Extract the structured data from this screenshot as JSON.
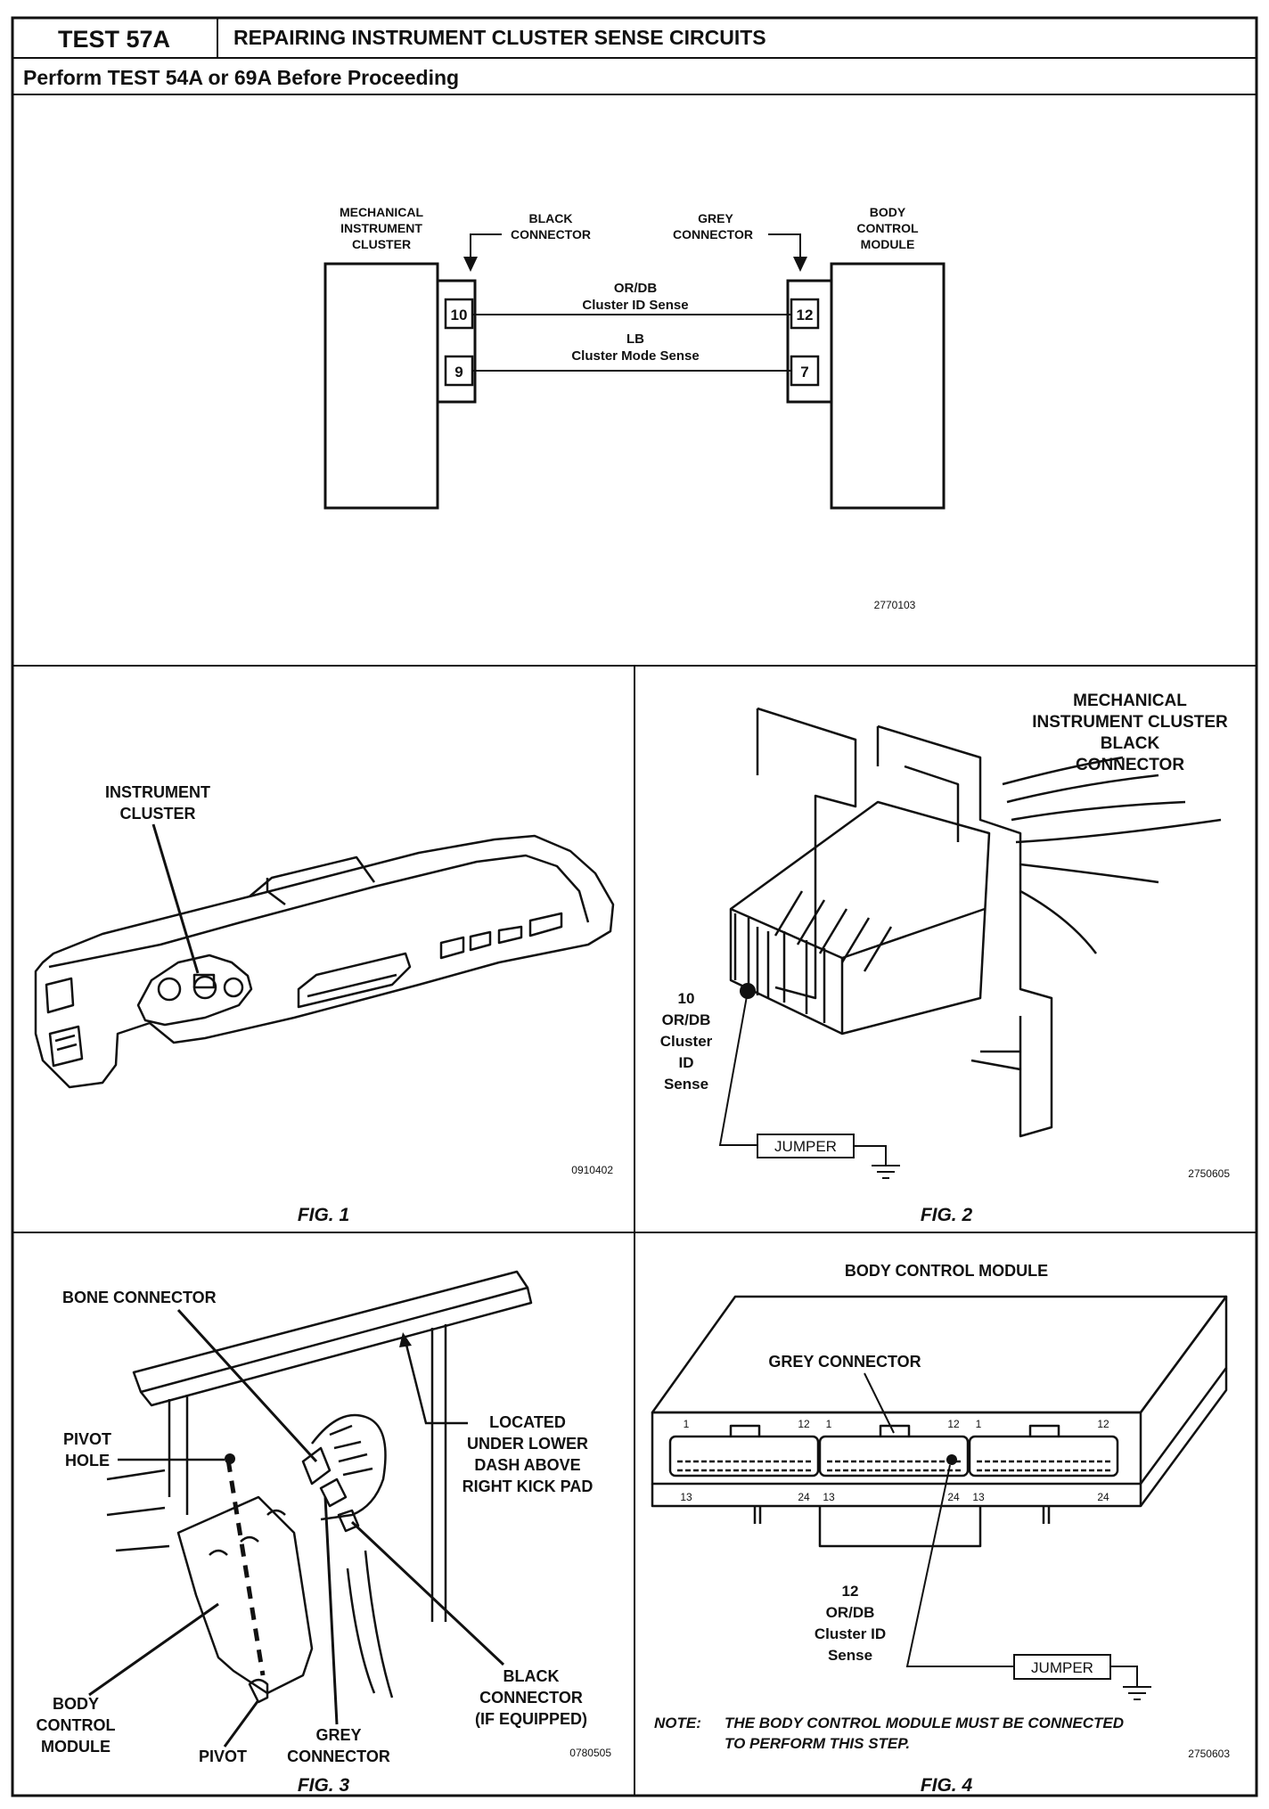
{
  "header": {
    "test_id": "TEST 57A",
    "title": "REPAIRING INSTRUMENT CLUSTER SENSE CIRCUITS",
    "prerequisite": "Perform TEST 54A or 69A Before Proceeding"
  },
  "schematic": {
    "left_module": [
      "MECHANICAL",
      "INSTRUMENT",
      "CLUSTER"
    ],
    "left_connector": [
      "BLACK",
      "CONNECTOR"
    ],
    "right_connector": [
      "GREY",
      "CONNECTOR"
    ],
    "right_module": [
      "BODY",
      "CONTROL",
      "MODULE"
    ],
    "circuits": [
      {
        "left_pin": "10",
        "right_pin": "12",
        "color": "OR/DB",
        "name": "Cluster ID Sense"
      },
      {
        "left_pin": "9",
        "right_pin": "7",
        "color": "LB",
        "name": "Cluster Mode Sense"
      }
    ],
    "ref": "2770103"
  },
  "fig1": {
    "label": [
      "INSTRUMENT",
      "CLUSTER"
    ],
    "ref": "0910402",
    "caption": "FIG. 1"
  },
  "fig2": {
    "title": [
      "MECHANICAL",
      "INSTRUMENT CLUSTER",
      "BLACK",
      "CONNECTOR"
    ],
    "pin_label": [
      "10",
      "OR/DB",
      "Cluster",
      "ID",
      "Sense"
    ],
    "jumper": "JUMPER",
    "ref": "2750605",
    "caption": "FIG. 2"
  },
  "fig3": {
    "bone_connector": "BONE CONNECTOR",
    "pivot_hole": [
      "PIVOT",
      "HOLE"
    ],
    "located": [
      "LOCATED",
      "UNDER LOWER",
      "DASH ABOVE",
      "RIGHT KICK PAD"
    ],
    "body_control_module": [
      "BODY",
      "CONTROL",
      "MODULE"
    ],
    "pivot": "PIVOT",
    "grey_connector": [
      "GREY",
      "CONNECTOR"
    ],
    "black_connector": [
      "BLACK",
      "CONNECTOR",
      "(IF EQUIPPED)"
    ],
    "ref": "0780505",
    "caption": "FIG. 3"
  },
  "fig4": {
    "title": "BODY CONTROL MODULE",
    "grey_connector": "GREY CONNECTOR",
    "pins_top": [
      "1",
      "12",
      "1",
      "12",
      "1",
      "12"
    ],
    "pins_bottom": [
      "13",
      "24",
      "13",
      "24",
      "13",
      "24"
    ],
    "pin_label": [
      "12",
      "OR/DB",
      "Cluster ID",
      "Sense"
    ],
    "jumper": "JUMPER",
    "note_prefix": "NOTE:",
    "note": [
      "THE BODY CONTROL MODULE MUST BE CONNECTED",
      "TO PERFORM THIS STEP."
    ],
    "ref": "2750603",
    "caption": "FIG. 4"
  }
}
